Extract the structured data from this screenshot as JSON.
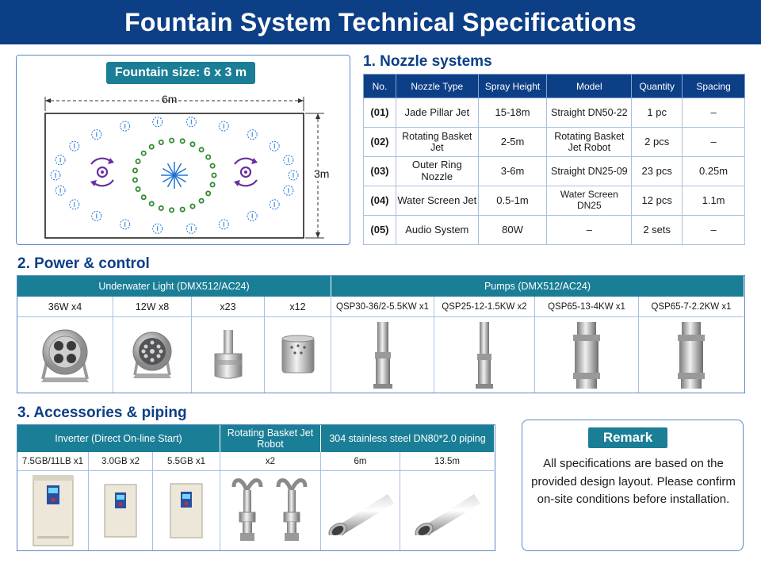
{
  "title": "Fountain System Technical Specifications",
  "layout": {
    "size_badge": "Fountain size: 6 x 3 m",
    "width_label": "6m",
    "height_label": "3m"
  },
  "sections": {
    "nozzle": "1. Nozzle systems",
    "power": "2. Power & control",
    "accessories": "3. Accessories & piping"
  },
  "nozzle_table": {
    "headers": [
      "No.",
      "Nozzle Type",
      "Spray Height",
      "Model",
      "Quantity",
      "Spacing"
    ],
    "rows": [
      [
        "(01)",
        "Jade Pillar Jet",
        "15-18m",
        "Straight DN50-22",
        "1 pc",
        "–"
      ],
      [
        "(02)",
        "Rotating Basket Jet",
        "2-5m",
        "Rotating Basket Jet Robot",
        "2 pcs",
        "–"
      ],
      [
        "(03)",
        "Outer Ring Nozzle",
        "3-6m",
        "Straight DN25-09",
        "23 pcs",
        "0.25m"
      ],
      [
        "(04)",
        "Water Screen Jet",
        "0.5-1m",
        "Water Screen DN25",
        "12 pcs",
        "1.1m"
      ],
      [
        "(05)",
        "Audio System",
        "80W",
        "–",
        "2 sets",
        "–"
      ]
    ]
  },
  "power": {
    "light_header": "Underwater Light (DMX512/AC24)",
    "pump_header": "Pumps (DMX512/AC24)",
    "items": [
      "36W x4",
      "12W x8",
      "x23",
      "x12",
      "QSP30-36/2-5.5KW x1",
      "QSP25-12-1.5KW x2",
      "QSP65-13-4KW x1",
      "QSP65-7-2.2KW x1"
    ]
  },
  "accessories": {
    "inverter_header": "Inverter (Direct On-line Start)",
    "robot_header": "Rotating Basket Jet Robot",
    "piping_header": "304 stainless steel DN80*2.0 piping",
    "items": [
      "7.5GB/11LB x1",
      "3.0GB x2",
      "5.5GB x1",
      "x2",
      "6m",
      "13.5m"
    ]
  },
  "remark": {
    "title": "Remark",
    "text": "All specifications are based on the provided design layout. Please confirm on-site conditions before installation."
  },
  "colors": {
    "navy": "#0d3f86",
    "teal": "#1a7e96",
    "green_nozzle": "#2e8b2e",
    "purple_robot": "#6a2ea0",
    "blue_jet": "#1e73d8"
  }
}
